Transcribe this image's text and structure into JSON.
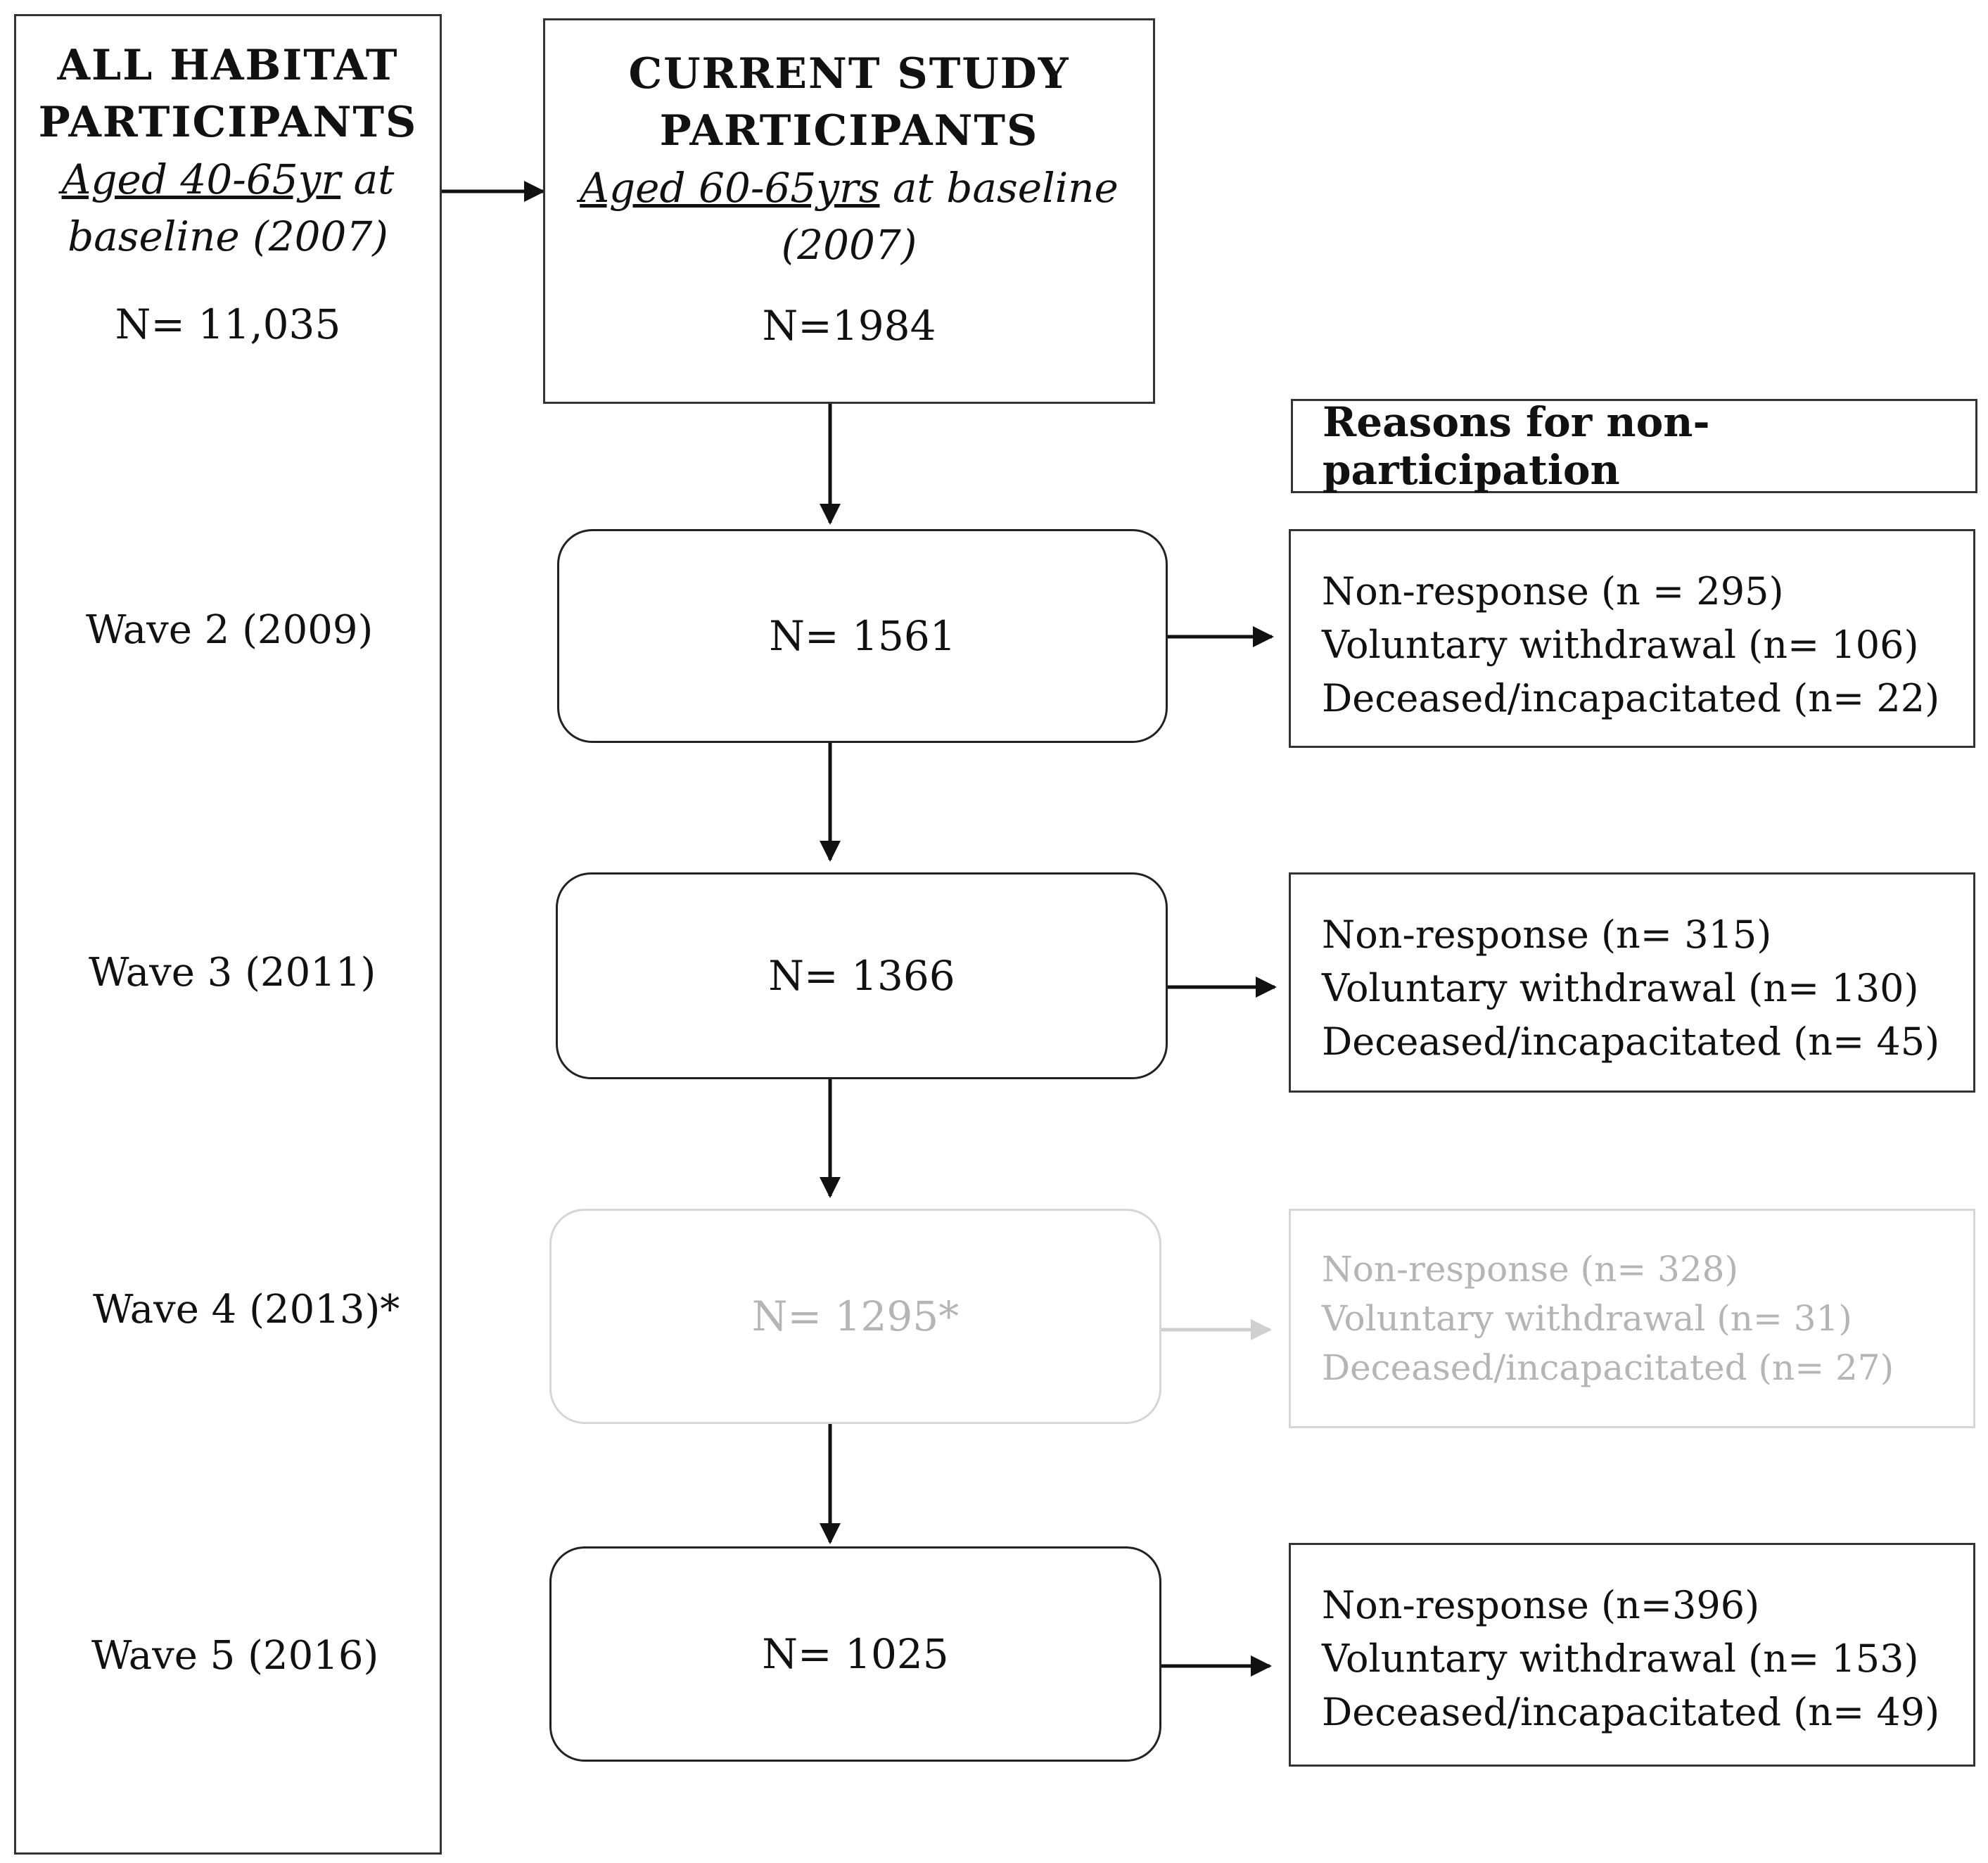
{
  "left_panel": {
    "title_line1": "ALL HABITAT",
    "title_line2": "PARTICIPANTS",
    "age_range": "Aged 40-65yr",
    "age_suffix": " at",
    "baseline": "baseline (2007)",
    "count": "N= 11,035"
  },
  "current_study": {
    "title_line1": "CURRENT STUDY",
    "title_line2": "PARTICIPANTS",
    "age_range": "Aged 60-65yrs",
    "age_suffix": " at baseline",
    "year": "(2007)",
    "count": "N=1984"
  },
  "reasons_header": "Reasons for non- participation",
  "waves": [
    {
      "label": "Wave 2 (2009)",
      "count": "N= 1561",
      "reasons": [
        "Non-response (n = 295)",
        "Voluntary withdrawal (n= 106)",
        "Deceased/incapacitated (n= 22)"
      ]
    },
    {
      "label": "Wave 3 (2011)",
      "count": "N= 1366",
      "reasons": [
        "Non-response (n= 315)",
        "Voluntary withdrawal (n= 130)",
        "Deceased/incapacitated (n= 45)"
      ]
    },
    {
      "label": "Wave 4 (2013)*",
      "count": "N= 1295*",
      "reasons": [
        "Non-response (n= 328)",
        "Voluntary withdrawal (n= 31)",
        "Deceased/incapacitated  (n= 27)"
      ]
    },
    {
      "label": "Wave 5 (2016)",
      "count": "N= 1025",
      "reasons": [
        "Non-response (n=396)",
        "Voluntary withdrawal (n= 153)",
        "Deceased/incapacitated (n= 49)"
      ]
    }
  ],
  "colors": {
    "line": "#111111",
    "faded_border": "#d6d6d6",
    "faded_text": "#b5b5b5",
    "faded_arrow": "#cfcfcf"
  }
}
